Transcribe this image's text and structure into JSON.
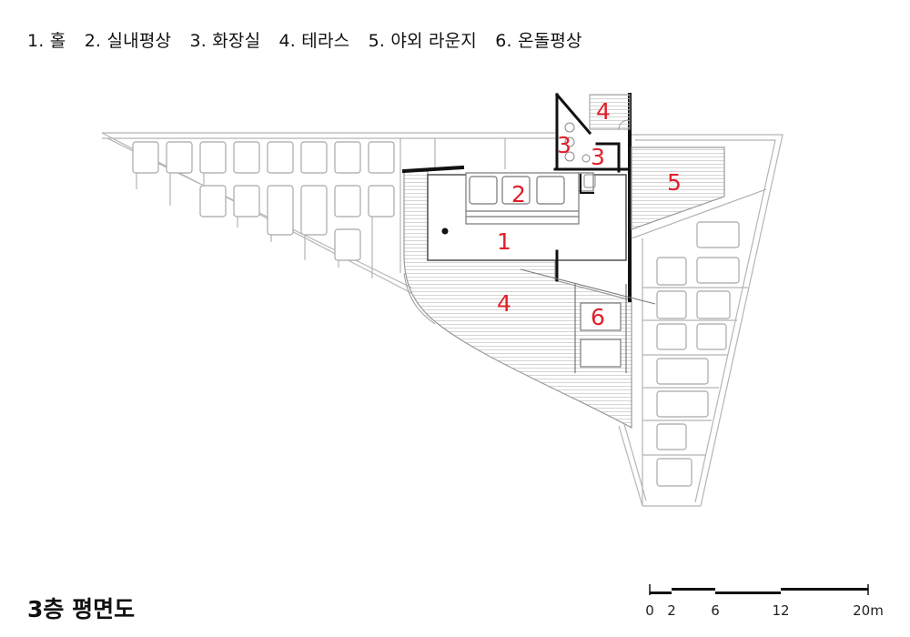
{
  "legend": [
    "1. 홀",
    "2. 실내평상",
    "3. 화장실",
    "4. 테라스",
    "5. 야외 라운지",
    "6. 온돌평상"
  ],
  "room_labels": {
    "hall": "1",
    "indoor_pyeongsang": "2",
    "restroom_a": "3",
    "restroom_b": "3",
    "terrace_top": "4",
    "terrace_main": "4",
    "outdoor_lounge": "5",
    "ondol_pyeongsang": "6"
  },
  "title": "3층 평면도",
  "scale_bar": {
    "ticks": [
      "0",
      "2",
      "6",
      "12",
      "20m"
    ]
  },
  "colors": {
    "label": "#e0202a",
    "line": "#111111",
    "light_line": "#b5b5b5"
  }
}
